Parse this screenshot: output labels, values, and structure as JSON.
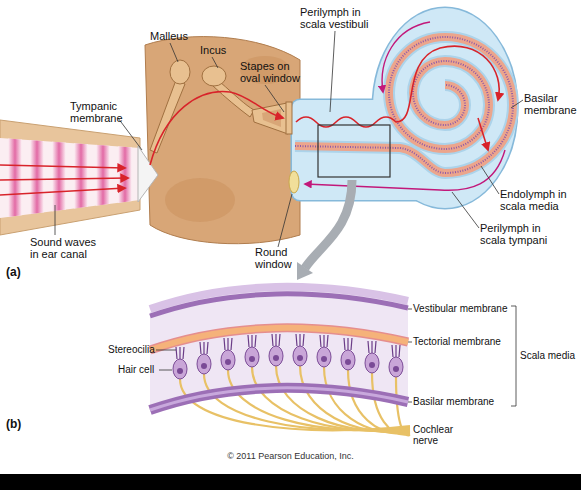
{
  "diagram": {
    "labels": [
      "Perilymph in scala vestibuli",
      "Malleus",
      "Incus",
      "Stapes on oval window",
      "Tympanic membrane",
      "Basilar membrane",
      "Endolymph in scala media",
      "Perilymph in scala tympani",
      "Sound waves in ear canal",
      "Round window",
      "(a)",
      "Vestibular membrane",
      "Tectorial membrane",
      "Scala media",
      "Stereocilia",
      "Hair cell",
      "Basilar membrane",
      "Cochlear nerve",
      "(b)",
      "© 2011 Pearson Education, Inc."
    ]
  }
}
